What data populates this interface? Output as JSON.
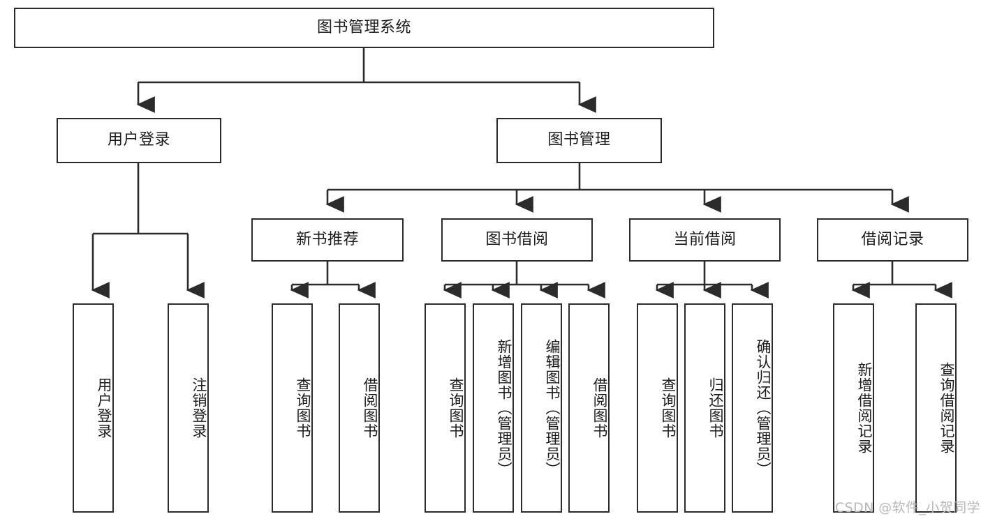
{
  "diagram": {
    "title": "图书管理系统",
    "type": "tree",
    "root": {
      "id": "root",
      "label": "图书管理系统"
    },
    "level2": [
      {
        "id": "user-login",
        "label": "用户登录"
      },
      {
        "id": "book-manage",
        "label": "图书管理"
      }
    ],
    "level3": [
      {
        "id": "new-book-rec",
        "label": "新书推荐",
        "parent": "book-manage"
      },
      {
        "id": "book-borrow",
        "label": "图书借阅",
        "parent": "book-manage"
      },
      {
        "id": "current-borrow",
        "label": "当前借阅",
        "parent": "book-manage"
      },
      {
        "id": "borrow-record",
        "label": "借阅记录",
        "parent": "book-manage"
      }
    ],
    "leaves": [
      {
        "id": "leaf-user-login",
        "label": "用户登录",
        "parent": "user-login"
      },
      {
        "id": "leaf-user-logout",
        "label": "注销登录",
        "parent": "user-login"
      },
      {
        "id": "leaf-query-book-1",
        "label": "查询图书",
        "parent": "new-book-rec"
      },
      {
        "id": "leaf-borrow-book-1",
        "label": "借阅图书",
        "parent": "new-book-rec"
      },
      {
        "id": "leaf-query-book-2",
        "label": "查询图书",
        "parent": "book-borrow"
      },
      {
        "id": "leaf-add-book",
        "label": "新增图书（管理员）",
        "parent": "book-borrow"
      },
      {
        "id": "leaf-edit-book",
        "label": "编辑图书（管理员）",
        "parent": "book-borrow"
      },
      {
        "id": "leaf-borrow-book-2",
        "label": "借阅图书",
        "parent": "book-borrow"
      },
      {
        "id": "leaf-query-book-3",
        "label": "查询图书",
        "parent": "current-borrow"
      },
      {
        "id": "leaf-return-book",
        "label": "归还图书",
        "parent": "current-borrow"
      },
      {
        "id": "leaf-confirm-return",
        "label": "确认归还（管理员）",
        "parent": "current-borrow"
      },
      {
        "id": "leaf-add-record",
        "label": "新增借阅记录",
        "parent": "borrow-record"
      },
      {
        "id": "leaf-query-record",
        "label": "查询借阅记录",
        "parent": "borrow-record"
      }
    ],
    "colors": {
      "stroke": "#2b2b2b",
      "fill": "#ffffff",
      "text": "#1b1b1b",
      "watermark": "#b8b8b8"
    }
  },
  "watermark": {
    "text": "CSDN @软件_小贺同学"
  }
}
